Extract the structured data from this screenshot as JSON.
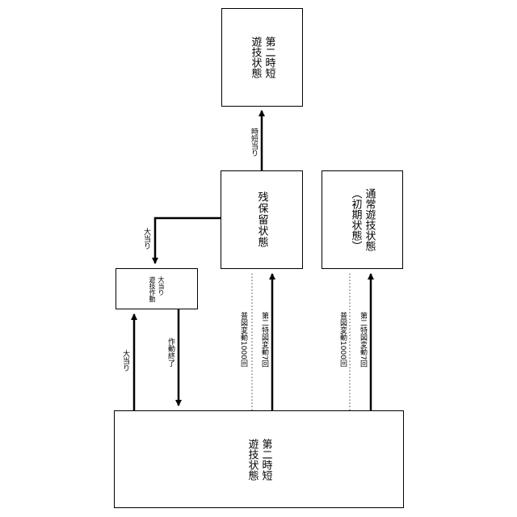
{
  "boxes": {
    "second_short_top": [
      "第二時短",
      "遊技状態"
    ],
    "residual": "残保留状態",
    "normal": [
      "通常遊技状態",
      "（初期状態）"
    ],
    "big_hit_play": [
      "大当り",
      "遊技作動"
    ],
    "second_short_bottom": [
      "第二時短",
      "遊技状態"
    ]
  },
  "labels": {
    "short_hit": "時短当り",
    "big_hit_upper": "大当り",
    "big_hit_lower": "大当り",
    "play_end": "作動終了",
    "normal_1000_left": "普図変動1000回",
    "second_7_left": "第二特図変動7回",
    "normal_1000_right": "普図変動1000回",
    "second_7_right": "第二特図変動7回"
  }
}
